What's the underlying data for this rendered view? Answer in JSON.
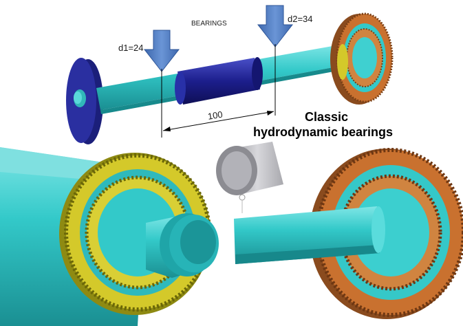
{
  "labels": {
    "bearings": "BEARINGS",
    "d1": "d1=24",
    "d2": "d2=34",
    "span": "100",
    "caption_line1": "Classic",
    "caption_line2": "hydrodynamic bearings"
  },
  "colors": {
    "shaft": "#33C9C9",
    "shaft_dark": "#1E9C9C",
    "bearing_sleeve": "#1C1E8C",
    "end_disk": "#2A2FA0",
    "gear_copper": "#C9712F",
    "gear_yellow": "#D4C92A",
    "arrow": "#4F7CC0",
    "plain_bearing": "#BFBFC4"
  }
}
